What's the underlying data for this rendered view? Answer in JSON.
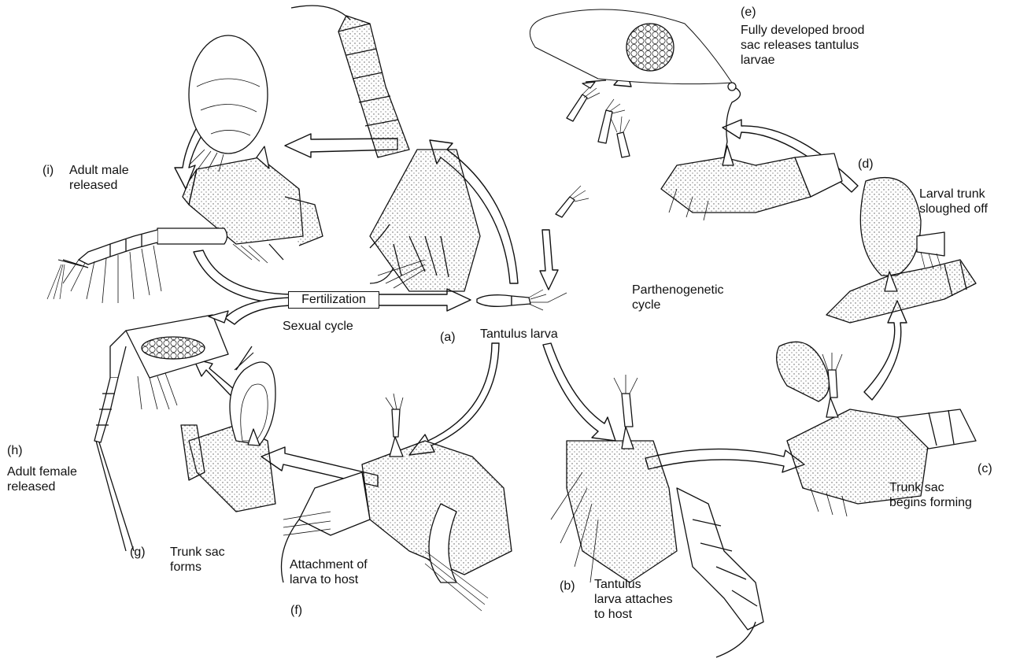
{
  "labels": {
    "a_letter": "(a)",
    "a_text": "Tantulus larva",
    "b_letter": "(b)",
    "b_text": "Tantulus\nlarva attaches\nto host",
    "c_letter": "(c)",
    "c_text": "Trunk sac\nbegins forming",
    "d_letter": "(d)",
    "d_text": "Larval trunk\nsloughed off",
    "e_letter": "(e)",
    "e_text": "Fully developed brood\nsac releases tantulus\nlarvae",
    "f_letter": "(f)",
    "f_text": "Attachment of\nlarva to host",
    "g_letter": "(g)",
    "g_text": "Trunk sac\nforms",
    "h_letter": "(h)",
    "h_text": "Adult female\nreleased",
    "i_letter": "(i)",
    "i_text": "Adult male\nreleased"
  },
  "cycles": {
    "parthenogenetic": "Parthenogenetic\ncycle",
    "sexual": "Sexual cycle",
    "fertilization": "Fertilization"
  },
  "colors": {
    "ink": "#111111",
    "fill": "#ffffff",
    "stipple": "#555555"
  }
}
